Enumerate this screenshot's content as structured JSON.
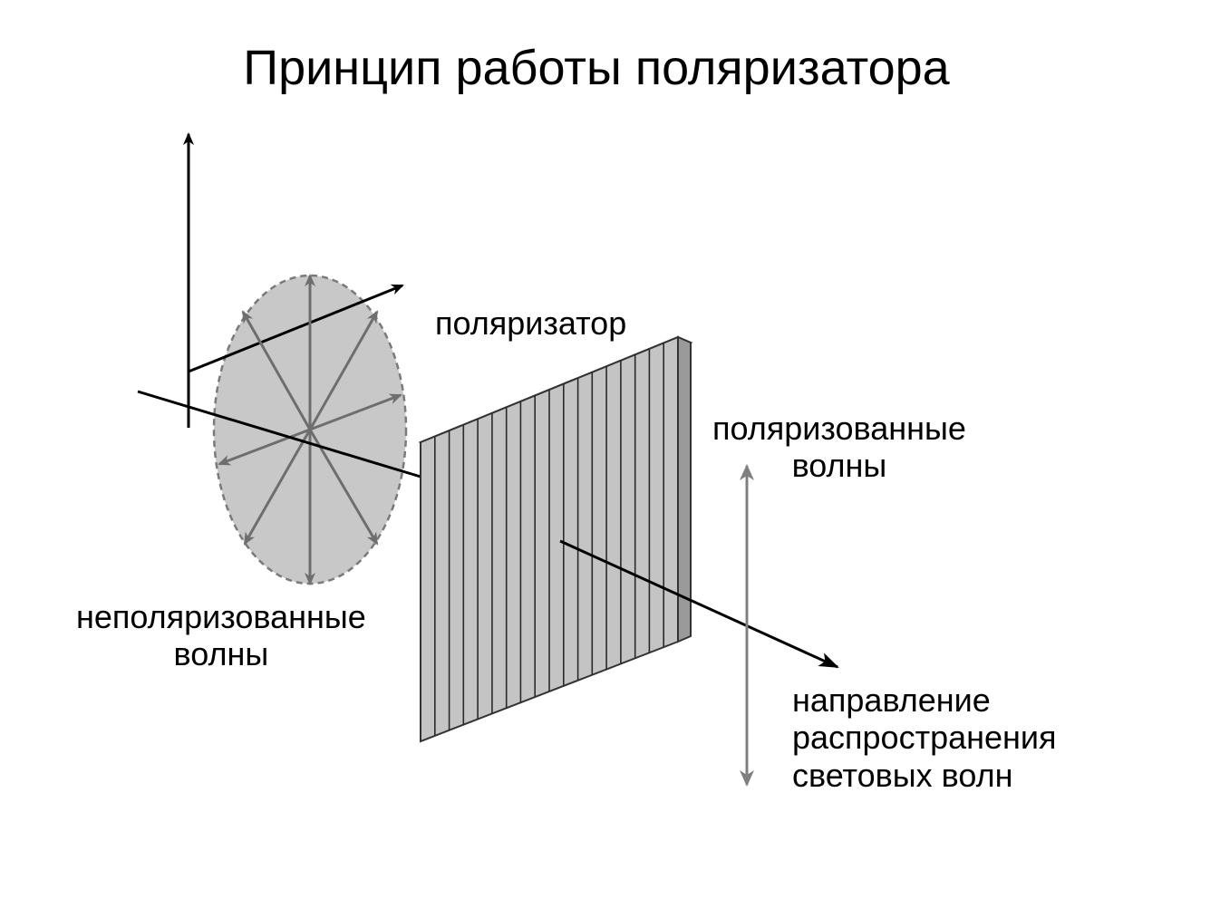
{
  "title": "Принцип работы поляризатора",
  "labels": {
    "polarizer": "поляризатор",
    "polarized_line1": "поляризованные",
    "polarized_line2": "волны",
    "unpolarized_line1": "неполяризованные",
    "unpolarized_line2": "волны",
    "direction_line1": "направление",
    "direction_line2": "распространения",
    "direction_line3": "световых волн"
  },
  "colors": {
    "axis": "#000000",
    "wave_ellipse_fill": "#c8c8c8",
    "wave_ellipse_border": "#7a7a7a",
    "wave_vectors": "#6e6e6e",
    "polarizer_face": "#c4c4c4",
    "polarizer_lines": "#2a2a2a",
    "polarized_arrow": "#808080"
  }
}
